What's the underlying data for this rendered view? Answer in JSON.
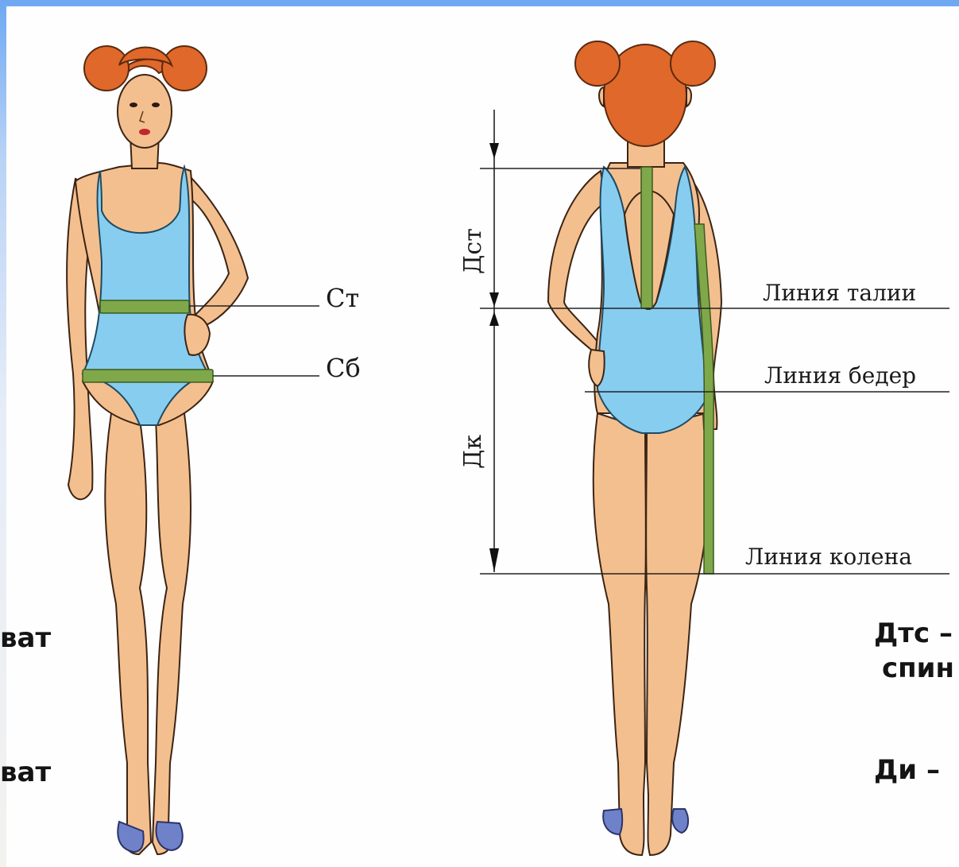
{
  "labels": {
    "waist_girth": "Ст",
    "hip_girth": "Сб",
    "back_length": "Дст",
    "knee_length": "Дк",
    "waist_line": "Линия талии",
    "hip_line": "Линия бедер",
    "knee_line": "Линия колена"
  },
  "side_text": {
    "left_line1": "ват",
    "left_line2": "ват",
    "right_line1": "Дтс –",
    "right_line2": "спин",
    "right_line3": "Ди –"
  },
  "colors": {
    "skin": "#f4bf8e",
    "hair": "#e0682a",
    "swimsuit": "#86cdf0",
    "tape": "#7fa84b",
    "sandal": "#6f82c9"
  }
}
